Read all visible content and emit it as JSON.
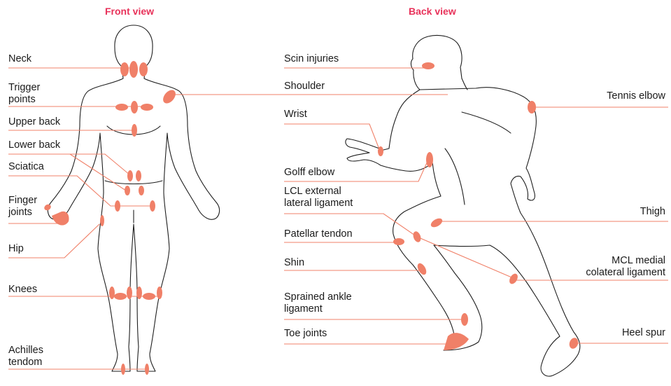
{
  "colors": {
    "accent": "#e8325a",
    "spot": "#f08068",
    "leader": "#f08068",
    "outline": "#1e1e1e"
  },
  "front_view": {
    "title": "Front view",
    "labels": {
      "neck": "Neck",
      "trigger_points": "Trigger\npoints",
      "upper_back": "Upper back",
      "lower_back": "Lower back",
      "sciatica": "Sciatica",
      "finger_joints": "Finger\njoints",
      "hip": "Hip",
      "knees": "Knees",
      "achilles": "Achilles\ntendom"
    }
  },
  "back_view": {
    "title": "Back view",
    "labels": {
      "skin_injuries": "Scin injuries",
      "shoulder": "Shoulder",
      "wrist": "Wrist",
      "golf_elbow": "Golff elbow",
      "lcl": "LCL external\nlateral ligament",
      "patellar": "Patellar tendon",
      "shin": "Shin",
      "ankle": "Sprained ankle\nligament",
      "toe": "Toe joints",
      "tennis_elbow": "Tennis elbow",
      "thigh": "Thigh",
      "mcl": "MCL medial\ncolateral ligament",
      "heel": "Heel spur"
    }
  }
}
